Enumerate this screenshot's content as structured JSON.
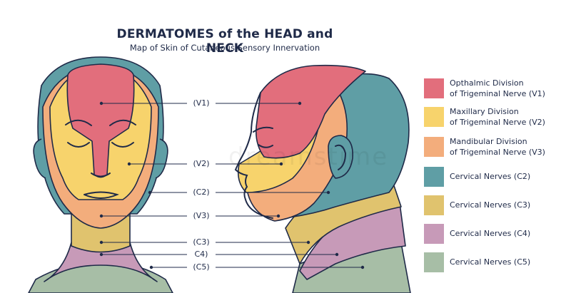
{
  "title": "DERMATOMES of the HEAD and NECK",
  "subtitle": "Map of Skin of Cutaneous Sensory Innervation",
  "watermark": "dreamstime",
  "colors": {
    "v1": "#e26e7c",
    "v2": "#f7d36c",
    "v3": "#f3ad7c",
    "c2": "#5f9ea5",
    "c3": "#e0c36e",
    "c4": "#c79ab8",
    "c5": "#a7bea6",
    "outline": "#1f2a48"
  },
  "labels": [
    "(V1)",
    "(V2)",
    "(C2)",
    "(V3)",
    "(C3)",
    "C4)",
    "(C5)"
  ],
  "legend": [
    {
      "line1": "Opthalmic Division",
      "line2": "of Trigeminal Nerve (V1)",
      "color": "#e26e7c"
    },
    {
      "line1": "Maxillary Division",
      "line2": "of Trigeminal Nerve (V2)",
      "color": "#f7d36c"
    },
    {
      "line1": "Mandibular Division",
      "line2": "of Trigeminal Nerve (V3)",
      "color": "#f3ad7c"
    },
    {
      "line1": "Cervical Nerves (C2)",
      "line2": "",
      "color": "#5f9ea5"
    },
    {
      "line1": "Cervical Nerves (C3)",
      "line2": "",
      "color": "#e0c36e"
    },
    {
      "line1": "Cervical Nerves (C4)",
      "line2": "",
      "color": "#c79ab8"
    },
    {
      "line1": "Cervical Nerves (C5)",
      "line2": "",
      "color": "#a7bea6"
    }
  ]
}
